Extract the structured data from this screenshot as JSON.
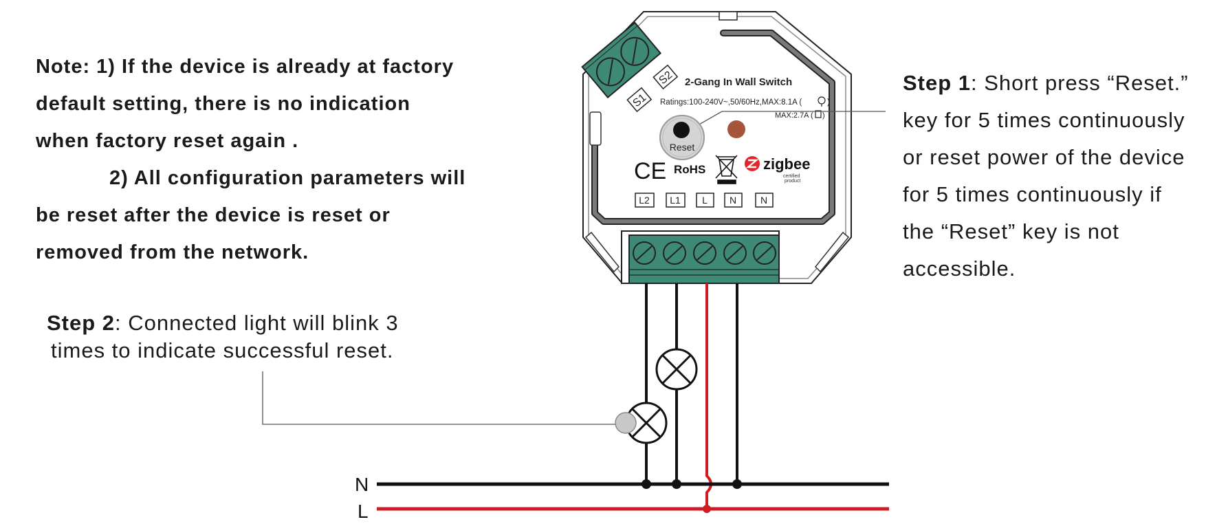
{
  "note": {
    "line1": "Note:  1) If the device is already at factory",
    "line2": "default setting, there is no indication",
    "line3": "when factory reset again .",
    "line4": "2) All configuration parameters will",
    "line5": "be reset after the device is reset or",
    "line6": "removed from the network."
  },
  "step1": {
    "label": "Step 1",
    "line1": ": Short press “Reset.”",
    "line2": "key for 5 times continuously",
    "line3": "or reset power of the device",
    "line4": "for 5 times continuously if",
    "line5": "the “Reset” key is not",
    "line6": "accessible."
  },
  "step2": {
    "label": "Step 2",
    "line1": ": Connected light will blink 3",
    "line2": "times to indicate successful reset."
  },
  "device": {
    "title": "2-Gang In Wall Switch",
    "ratings": "Ratings:100-240V~,50/60Hz,MAX:8.1A (",
    "ratings_end": ")",
    "max2": "MAX:2.7A (",
    "max2_end": ")",
    "reset_label": "Reset",
    "ce": "CE",
    "rohs": "RoHS",
    "zigbee": "zigbee",
    "certified1": "certified",
    "certified2": "product",
    "switch_inputs": [
      "S1",
      "S2"
    ],
    "terminals": [
      "L2",
      "L1",
      "L",
      "N",
      "N"
    ]
  },
  "lines": {
    "neutral": "N",
    "live": "L"
  },
  "colors": {
    "terminal_green": "#3f8a76",
    "live_wire": "#d01c24",
    "neutral_wire": "#111111",
    "led": "#a5553a",
    "zigbee_red": "#e0262b"
  }
}
